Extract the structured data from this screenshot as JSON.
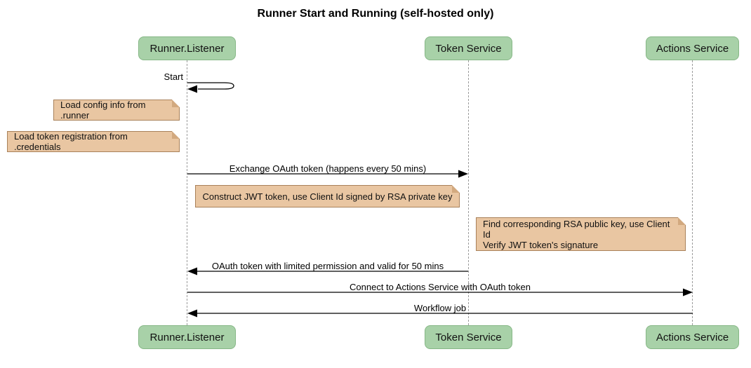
{
  "title": "Runner Start and Running (self-hosted only)",
  "participants": [
    {
      "label": "Runner.Listener"
    },
    {
      "label": "Token Service"
    },
    {
      "label": "Actions Service"
    }
  ],
  "messages": [
    {
      "label": "Start",
      "from": "Runner.Listener",
      "to": "Runner.Listener",
      "kind": "self"
    },
    {
      "label": "Exchange OAuth token (happens every 50 mins)",
      "from": "Runner.Listener",
      "to": "Token Service",
      "kind": "solid-arrow"
    },
    {
      "label": "OAuth token with limited permission and valid for 50 mins",
      "from": "Token Service",
      "to": "Runner.Listener",
      "kind": "solid-arrow"
    },
    {
      "label": "Connect to Actions Service with OAuth token",
      "from": "Runner.Listener",
      "to": "Actions Service",
      "kind": "solid-arrow"
    },
    {
      "label": "Workflow job",
      "from": "Actions Service",
      "to": "Runner.Listener",
      "kind": "solid-arrow"
    }
  ],
  "notes": [
    {
      "label": "Load config info from .runner",
      "position": "left of Runner.Listener"
    },
    {
      "label": "Load token registration from .credentials",
      "position": "left of Runner.Listener"
    },
    {
      "label": "Construct JWT token, use Client Id signed by RSA private key",
      "position": "over Runner.Listener to Token Service"
    },
    {
      "label": "Find corresponding RSA public key, use Client Id\nVerify JWT token's signature",
      "position": "over Token Service to Actions Service"
    }
  ],
  "colors": {
    "participant_fill": "#A8D1A8",
    "participant_border": "#86B786",
    "note_fill": "#E9C6A2",
    "note_border": "#A9815A",
    "lifeline": "#9B9B9B",
    "arrow": "#000000"
  }
}
